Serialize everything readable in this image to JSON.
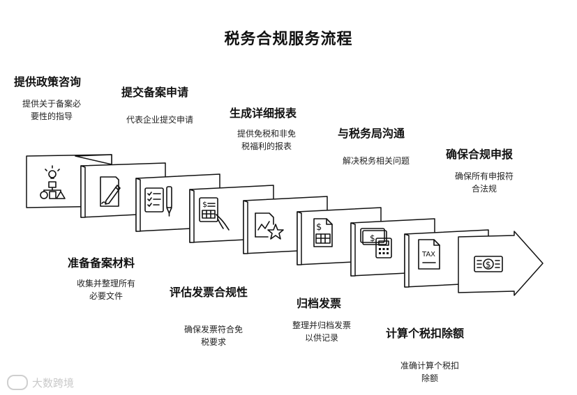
{
  "title": "税务合规服务流程",
  "steps_top": [
    {
      "title": "提供政策咨询",
      "desc": [
        "提供关于备案必",
        "要性的指导"
      ]
    },
    {
      "title": "提交备案申请",
      "desc": [
        "代表企业提交申请"
      ]
    },
    {
      "title": "生成详细报表",
      "desc": [
        "提供免税和非免",
        "税福利的报表"
      ]
    },
    {
      "title": "与税务局沟通",
      "desc": [
        "解决税务相关问题"
      ]
    },
    {
      "title": "确保合规申报",
      "desc": [
        "确保所有申报符",
        "合法规"
      ]
    }
  ],
  "steps_bottom": [
    {
      "title": "准备备案材料",
      "desc": [
        "收集并整理所有",
        "必要文件"
      ]
    },
    {
      "title": "评估发票合规性",
      "desc": [
        "确保发票符合免",
        "税要求"
      ]
    },
    {
      "title": "归档发票",
      "desc": [
        "整理并归档发票",
        "以供记录"
      ]
    },
    {
      "title": "计算个税扣除额",
      "desc": [
        "准确计算个税扣",
        "除额"
      ]
    }
  ],
  "icons": [
    "org-chart-lightbulb-icon",
    "document-pen-icon",
    "checklist-pen-icon",
    "invoice-hand-icon",
    "chart-star-icon",
    "receipt-dollar-icon",
    "money-calculator-icon",
    "tax-document-icon",
    "money-stack-icon"
  ],
  "tax_label": "TAX",
  "watermark": "大数跨境"
}
